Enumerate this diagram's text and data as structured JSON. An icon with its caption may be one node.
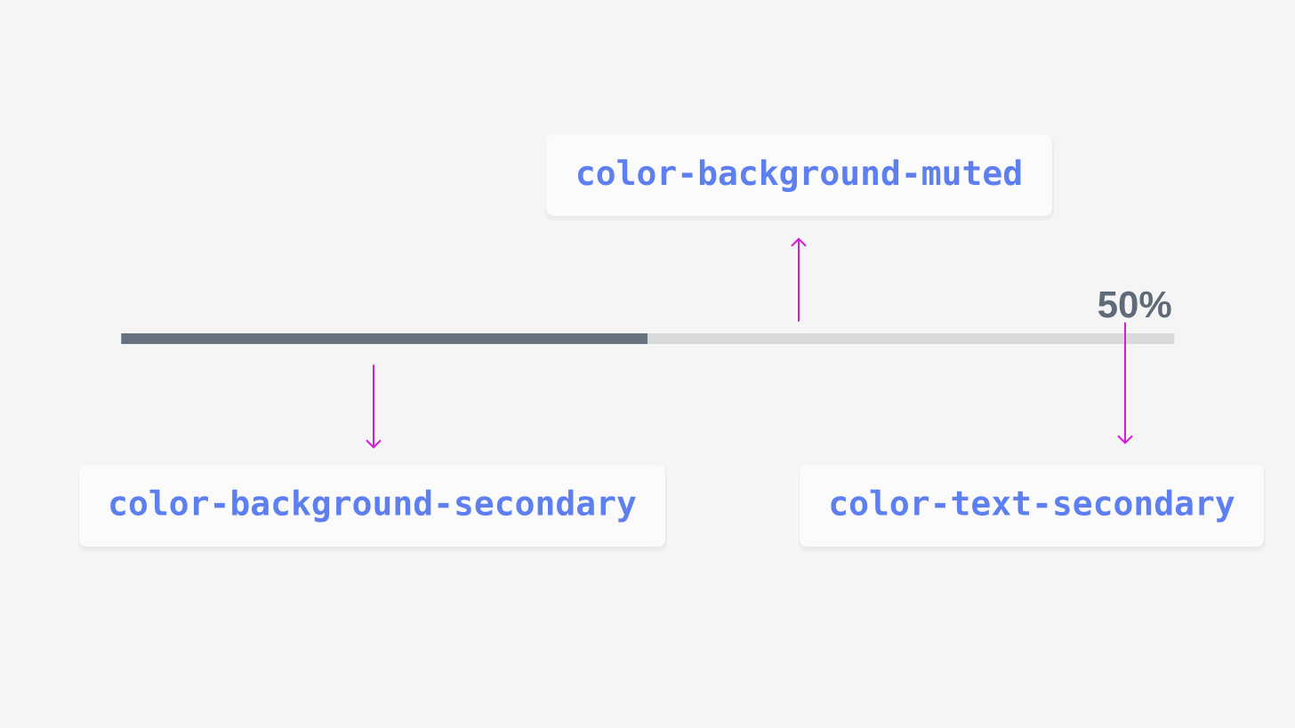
{
  "diagram": {
    "nodes": [
      {
        "text": [
          "color-background-muted"
        ]
      },
      {
        "text": [
          "50%"
        ]
      },
      {
        "text": [],
        "shape": "bar"
      },
      {
        "text": [],
        "shape": "bar"
      },
      {
        "text": [
          "color-background-secondary"
        ]
      },
      {
        "text": [
          "color-text-secondary"
        ]
      }
    ],
    "edges": [
      {
        "from": 3,
        "to": 0,
        "arrow": "to"
      },
      {
        "from": 2,
        "to": 4,
        "arrow": "to"
      },
      {
        "from": 1,
        "to": 5,
        "arrow": "to"
      }
    ]
  }
}
